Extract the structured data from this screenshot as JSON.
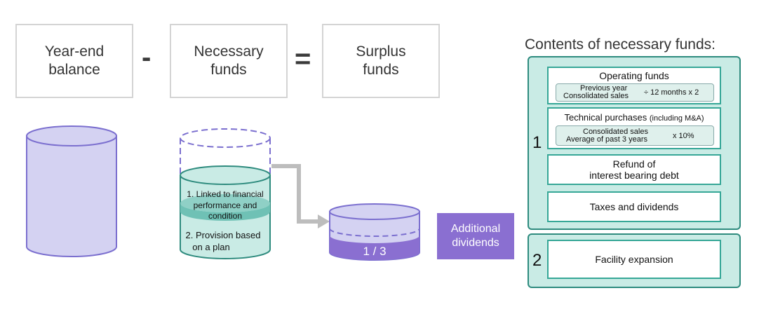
{
  "equation": {
    "box1": "Year-end\nbalance",
    "minus": "-",
    "box2": "Necessary\nfunds",
    "equals": "=",
    "box3": "Surplus\nfunds"
  },
  "cylinder_labels": {
    "item1": [
      "1. Linked to financial",
      "performance and",
      "condition"
    ],
    "item2": [
      "2. Provision based",
      "on a plan"
    ],
    "fraction": "1 / 3"
  },
  "additional_dividends": "Additional\ndividends",
  "contents": {
    "title": "Contents of necessary funds:",
    "group1_number": "1",
    "group2_number": "2",
    "operating": {
      "title": "Operating funds",
      "line1": "Previous year",
      "line2": "Consolidated sales",
      "formula": "÷ 12 months x 2"
    },
    "technical": {
      "title": "Technical purchases",
      "note": "(including M&A)",
      "line1": "Consolidated sales",
      "line2": "Average of past 3 years",
      "formula": "x 10%"
    },
    "refund": "Refund of\ninterest bearing debt",
    "taxes": "Taxes and dividends",
    "facility": "Facility expansion"
  },
  "colors": {
    "purple": "#8a6fd1",
    "purple_light": "#d4d2f2",
    "teal": "#36a797",
    "teal_light": "#c9ebe5"
  }
}
